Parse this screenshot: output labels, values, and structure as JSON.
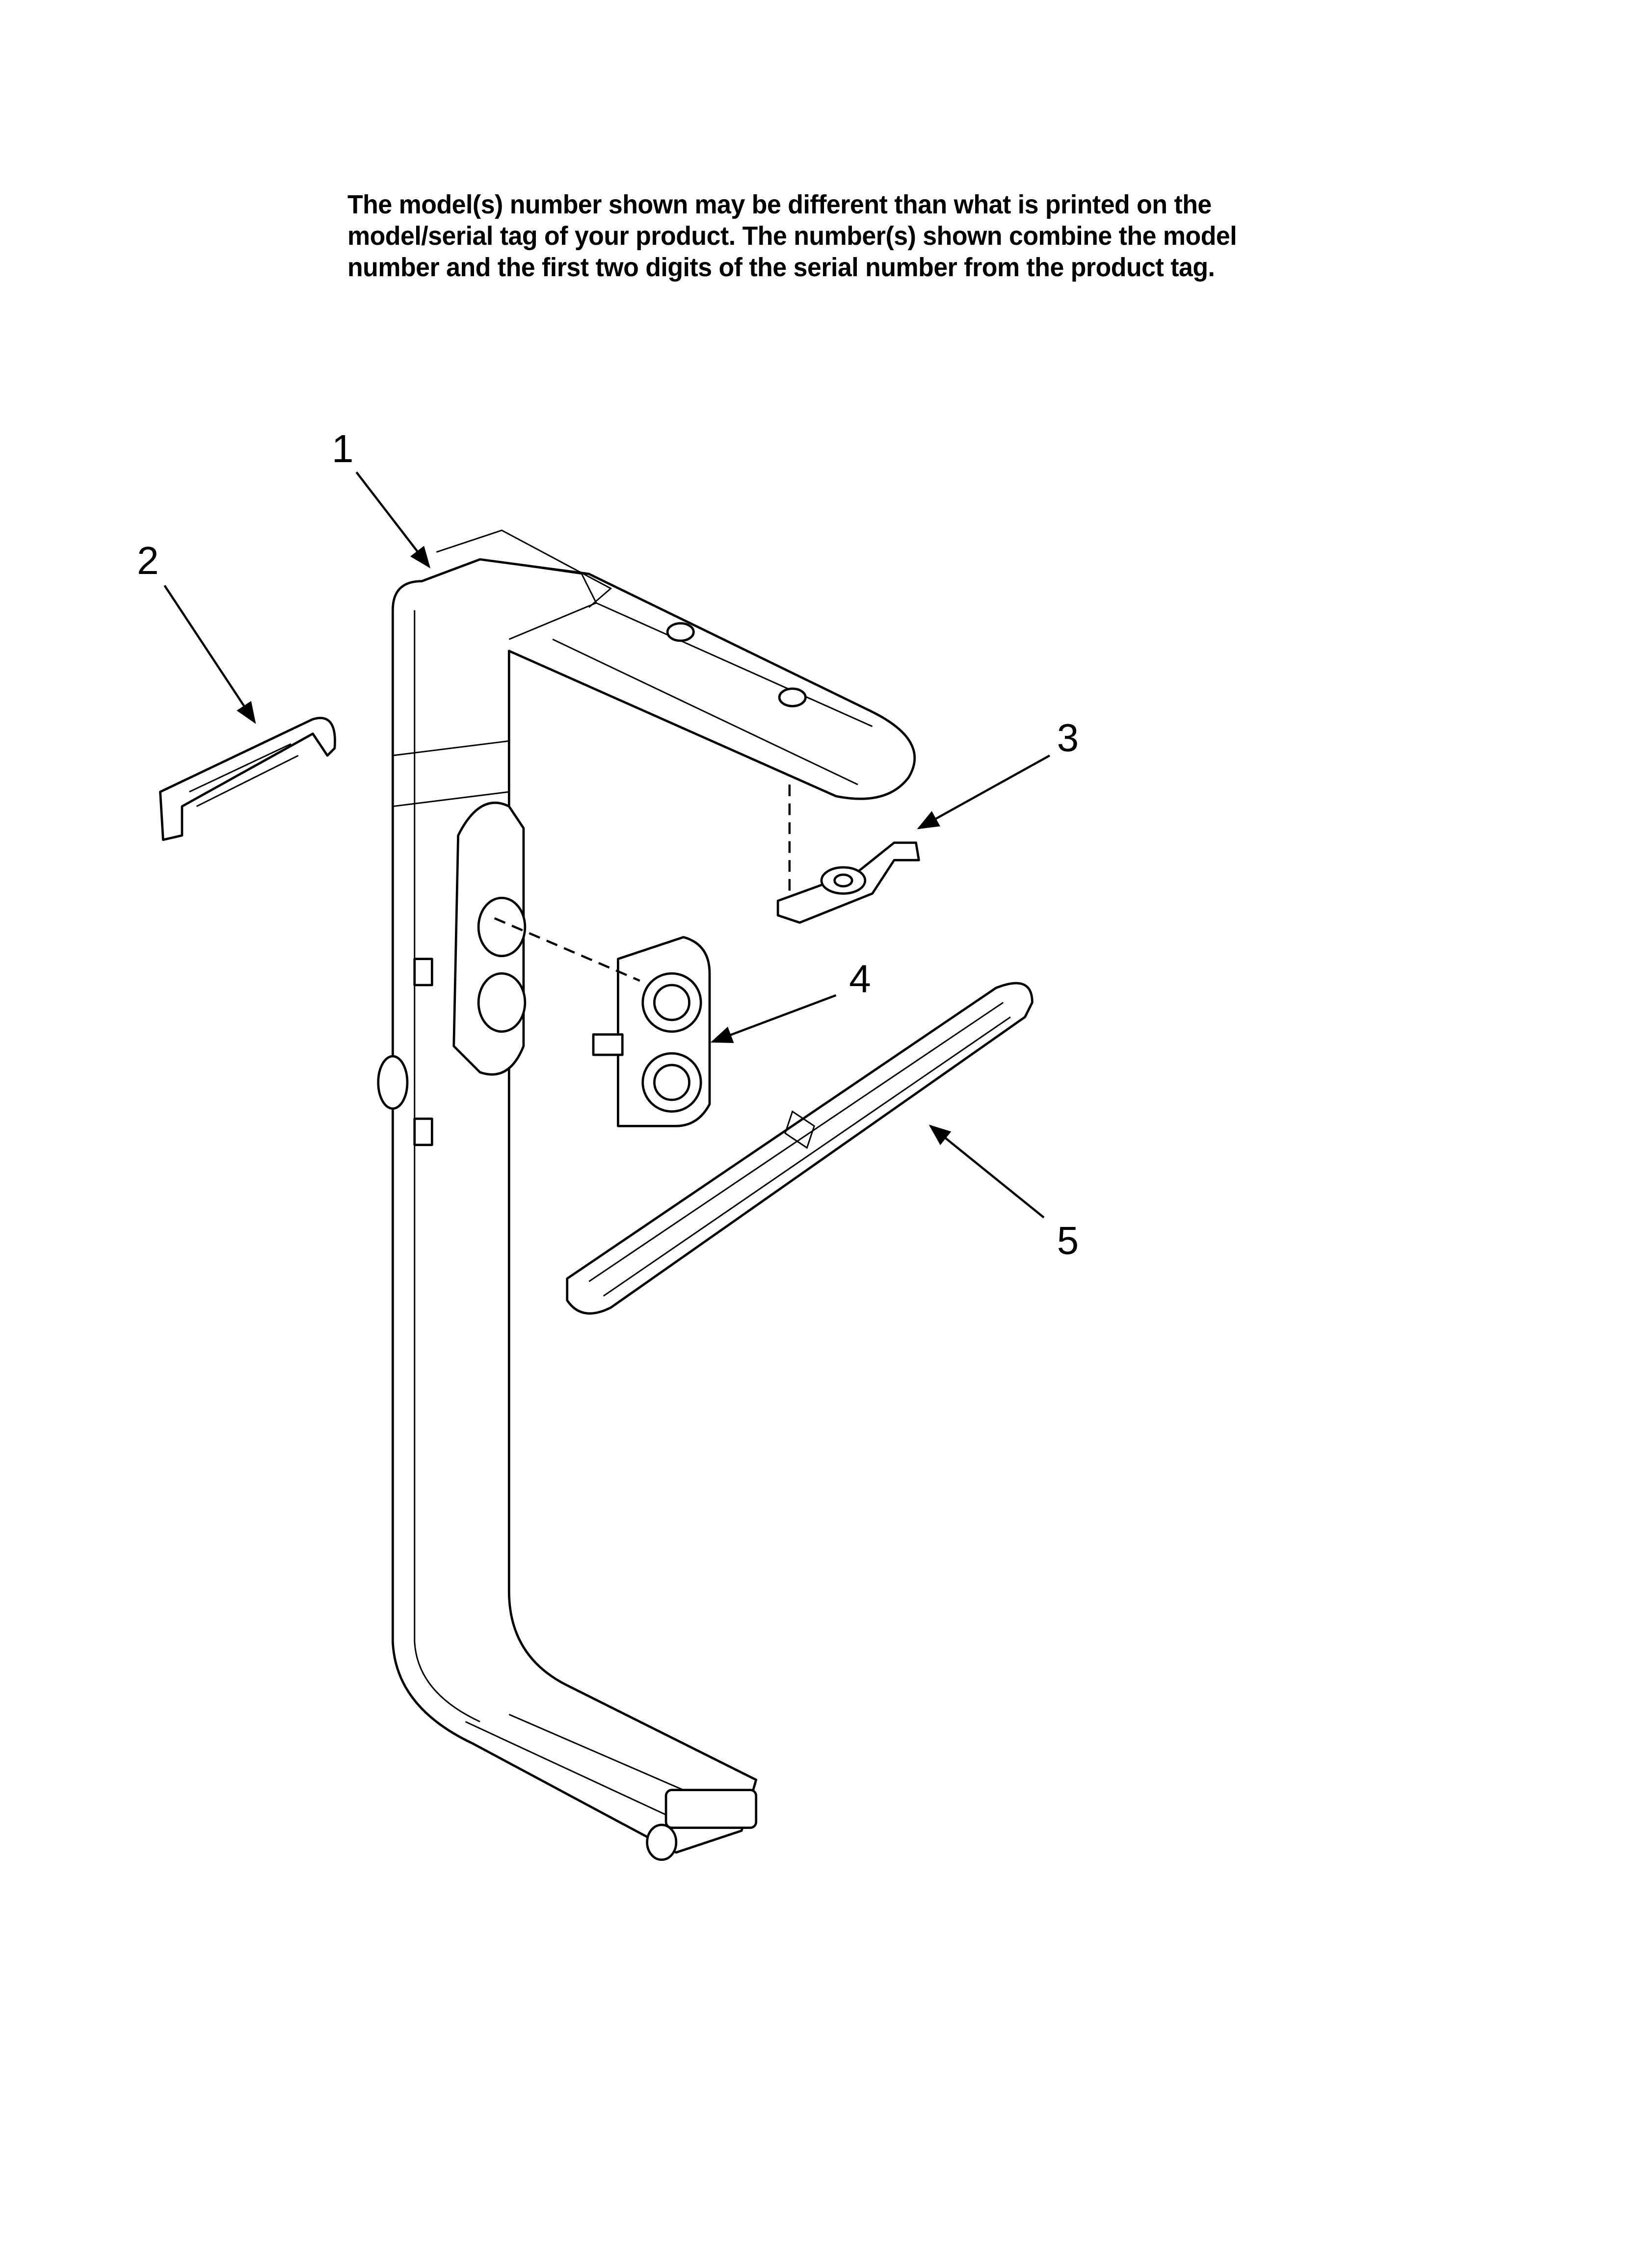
{
  "disclaimer": {
    "lines": [
      "The model(s) number shown may be different than what is printed on the",
      "model/serial tag of your product. The number(s) shown combine the model",
      "number and the first two digits of the serial number from the product tag."
    ]
  },
  "callouts": [
    {
      "number": "1"
    },
    {
      "number": "2"
    },
    {
      "number": "3"
    },
    {
      "number": "4"
    },
    {
      "number": "5"
    }
  ]
}
